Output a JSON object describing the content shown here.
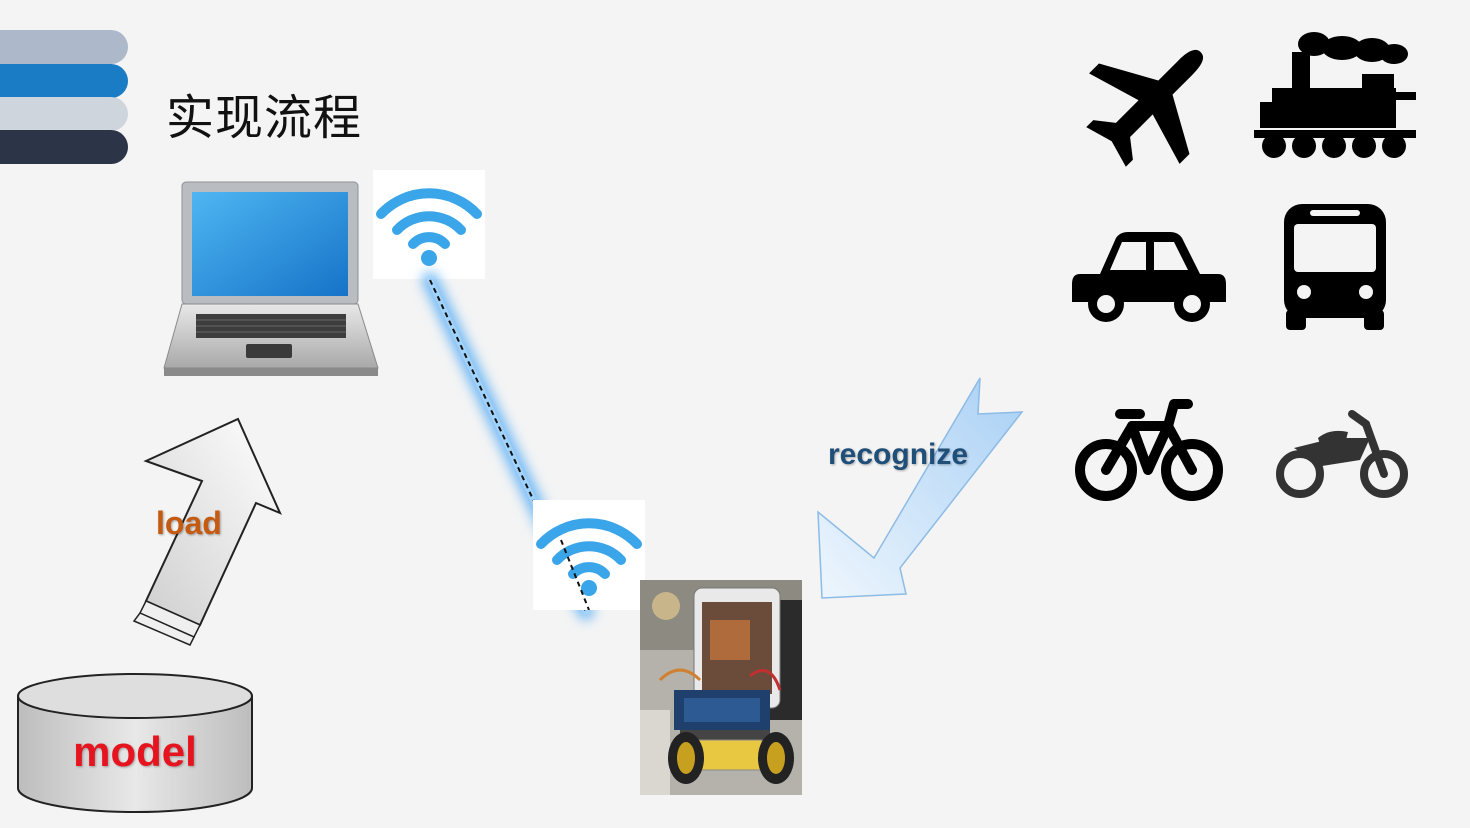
{
  "header": {
    "title": "实现流程"
  },
  "decoration": {
    "bar_colors": [
      "#adb9ca",
      "#1a7cc5",
      "#cfd5dd",
      "#2c3547"
    ]
  },
  "labels": {
    "load": "load",
    "recognize": "recognize",
    "model": "model"
  },
  "icons": {
    "laptop": "laptop-icon",
    "wifi": "wifi-icon",
    "database": "database-cylinder-icon",
    "vehicles": [
      "airplane-icon",
      "train-icon",
      "car-icon",
      "bus-icon",
      "bicycle-icon",
      "motorcycle-icon"
    ]
  },
  "colors": {
    "load_text": "#c55a11",
    "recognize_text": "#1f4e79",
    "model_text": "#e6141e",
    "wifi": "#3aa5e8",
    "link_glow": "#6fb8f5"
  }
}
